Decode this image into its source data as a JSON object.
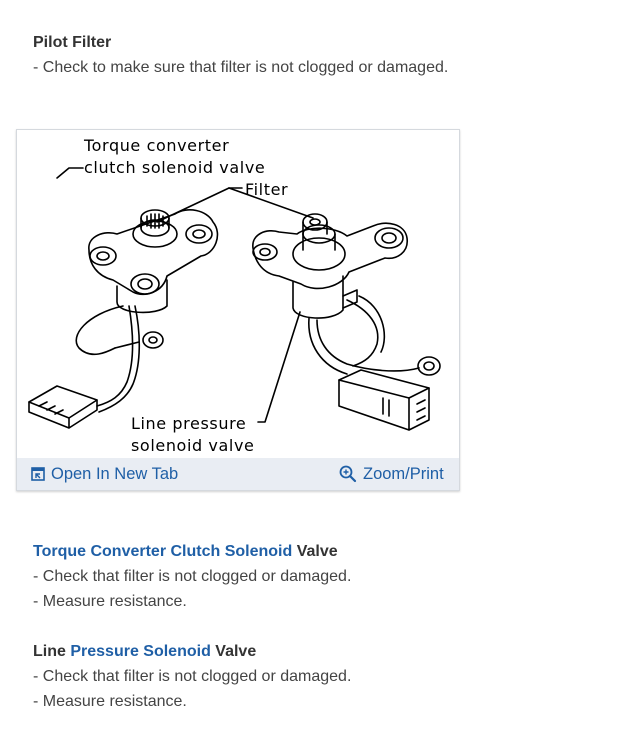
{
  "pilot_filter": {
    "title": "Pilot Filter",
    "bullets": [
      "-  Check to make sure that filter is not clogged or damaged."
    ]
  },
  "figure": {
    "labels": {
      "tcc_line1": "Torque converter",
      "tcc_line2": "clutch solenoid valve",
      "filter": "Filter",
      "lp_line1": "Line pressure",
      "lp_line2": "solenoid valve"
    },
    "toolbar": {
      "open_new_tab": "Open In New Tab",
      "zoom_print": "Zoom/Print",
      "open_icon": "open-new-tab-icon",
      "zoom_icon": "zoom-in-icon"
    }
  },
  "tcc_section": {
    "title_link": "Torque Converter Clutch Solenoid",
    "title_rest": " Valve",
    "bullets": [
      "-  Check that filter is not clogged or damaged.",
      "-  Measure resistance."
    ]
  },
  "lp_section": {
    "title_start": "Line ",
    "title_link": "Pressure Solenoid",
    "title_rest": " Valve",
    "bullets": [
      "-  Check that filter is not clogged or damaged.",
      "-  Measure resistance."
    ]
  },
  "colors": {
    "link": "#1f5fa6",
    "toolbar_bg": "#e9edf3",
    "text": "#333333"
  }
}
